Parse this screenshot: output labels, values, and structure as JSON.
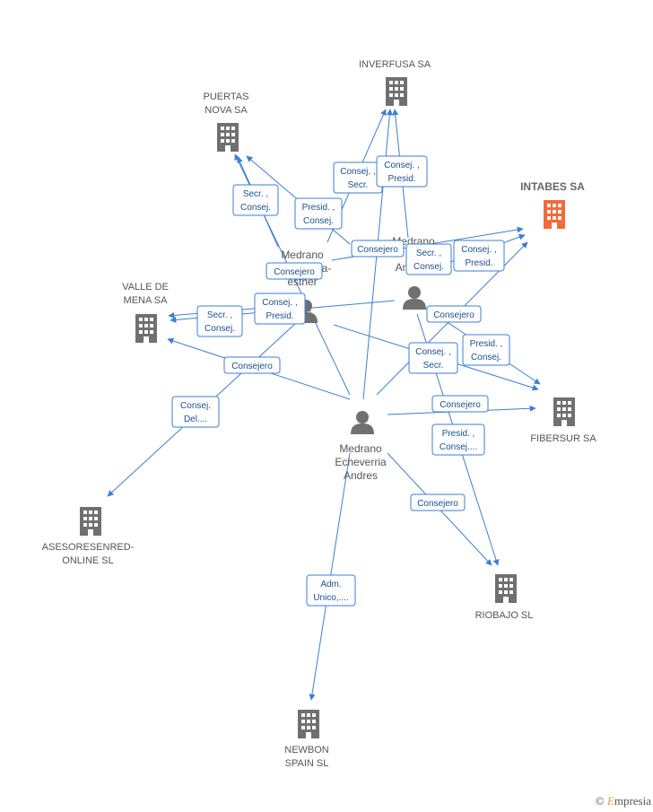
{
  "companies": {
    "inverfusa": "INVERFUSA SA",
    "puertas_l1": "PUERTAS",
    "puertas_l2": "NOVA SA",
    "intabes": "INTABES SA",
    "valle_l1": "VALLE DE",
    "valle_l2": "MENA SA",
    "fibersur": "FIBERSUR SA",
    "asesores_l1": "ASESORESENRED-",
    "asesores_l2": "ONLINE  SL",
    "riobajo": "RIOBAJO SL",
    "newbon_l1": "NEWBON",
    "newbon_l2": "SPAIN  SL"
  },
  "persons": {
    "andres_l1": "Medrano",
    "andres_l2": "Echeverria",
    "andres_l3": "Andres",
    "esther_l1": "Medrano",
    "esther_l2": "a-",
    "esther_l3": "esther",
    "andres2_l1": "Medrano",
    "andres2_l2": "An"
  },
  "roles": {
    "r1": [
      "Consej. ,",
      "Secr."
    ],
    "r2": [
      "Consej. ,",
      "Presid."
    ],
    "r3": [
      "Secr. ,",
      "Consej."
    ],
    "r4": [
      "Presid. ,",
      "Consej."
    ],
    "r5": [
      "Consejero"
    ],
    "r6": [
      "Secr. ,",
      "Consej."
    ],
    "r7": [
      "Consej. ,",
      "Presid."
    ],
    "r8": [
      "Consejero"
    ],
    "r9": [
      "Secr. ,",
      "Consej."
    ],
    "r10": [
      "Consej. ,",
      "Presid."
    ],
    "r11": [
      "Consejero"
    ],
    "r12": [
      "Consej. ,",
      "Secr."
    ],
    "r13": [
      "Presid. ,",
      "Consej."
    ],
    "r14": [
      "Consejero"
    ],
    "r15": [
      "Consej.",
      "Del...."
    ],
    "r16": [
      "Consejero"
    ],
    "r17": [
      "Presid. ,",
      "Consej...."
    ],
    "r18": [
      "Consejero"
    ],
    "r19": [
      "Adm.",
      "Unico,...."
    ]
  },
  "brand": {
    "symbol": "©",
    "name": "mpresia",
    "initial": "E"
  },
  "colors": {
    "edge": "#3a7fd5",
    "building": "#707070",
    "highlight": "#f26b3a",
    "person": "#707070"
  }
}
